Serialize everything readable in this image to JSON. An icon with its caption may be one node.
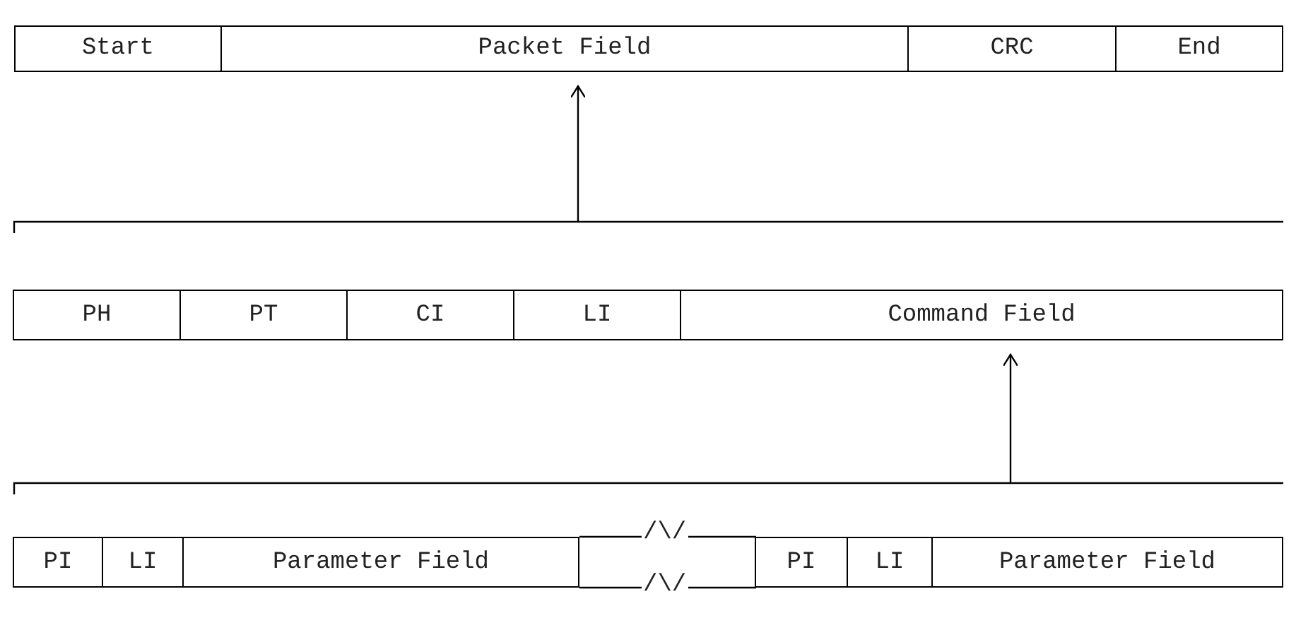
{
  "diagram": {
    "nodes": [
      {
        "text": [
          "Start"
        ]
      },
      {
        "text": [
          "Packet Field"
        ]
      },
      {
        "text": [
          "CRC"
        ]
      },
      {
        "text": [
          "End"
        ]
      },
      {
        "text": [
          "PH"
        ]
      },
      {
        "text": [
          "PT"
        ]
      },
      {
        "text": [
          "CI"
        ]
      },
      {
        "text": [
          "LI"
        ]
      },
      {
        "text": [
          "Command Field"
        ]
      },
      {
        "text": [
          "PI"
        ]
      },
      {
        "text": [
          "LI"
        ]
      },
      {
        "text": [
          "Parameter Field"
        ]
      },
      {
        "text": [
          "PI"
        ]
      },
      {
        "text": [
          "LI"
        ]
      },
      {
        "text": [
          "Parameter Field"
        ]
      }
    ],
    "edges": [
      {
        "from": null,
        "to": 1,
        "arrow": "to"
      },
      {
        "from": null,
        "to": 8,
        "arrow": "to"
      },
      {
        "from": 11,
        "to": 12,
        "arrow": "none"
      },
      {
        "from": 11,
        "to": 12,
        "arrow": "none"
      }
    ],
    "labels": [
      "/\\/",
      "/\\/"
    ]
  }
}
